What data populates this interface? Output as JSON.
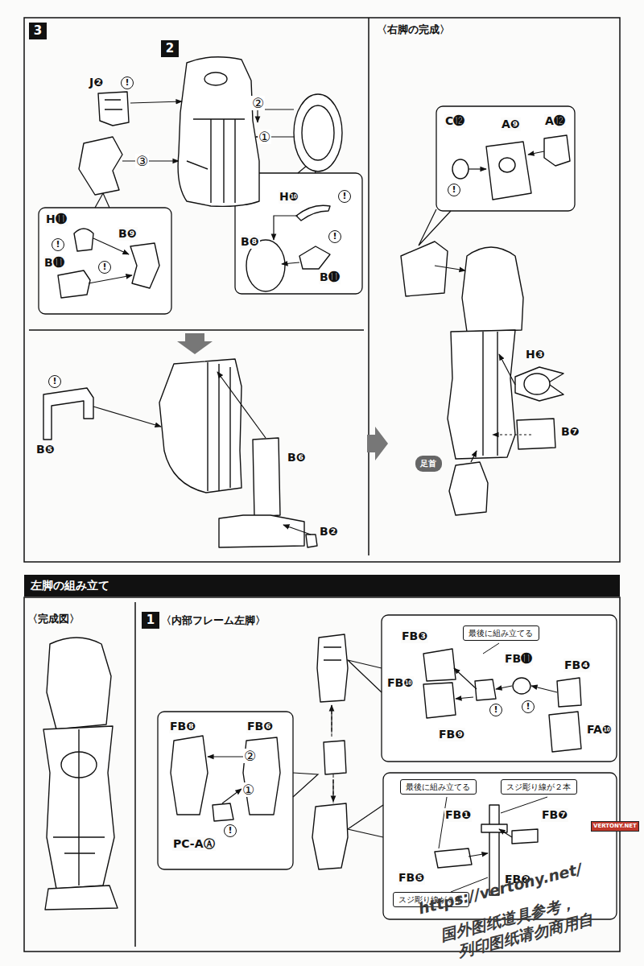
{
  "diagram": {
    "nodes": [
      {
        "text": [
          "3"
        ]
      },
      {
        "text": [
          "2"
        ]
      },
      {
        "text": [
          "左脚の組み立て"
        ]
      },
      {
        "text": [
          "1"
        ]
      },
      {
        "text": [
          "足首"
        ]
      },
      {
        "text": [
          "最後に組み立てる"
        ]
      },
      {
        "text": [
          "最後に組み立てる"
        ]
      },
      {
        "text": [
          "スジ彫り線が２本"
        ]
      },
      {
        "text": [
          "スジ彫り線が３本"
        ]
      }
    ],
    "labels": [
      "〈右脚の完成〉",
      "J❷",
      "!",
      "①",
      "②",
      "③",
      "H⓫",
      "!",
      "B❾",
      "B⓫",
      "!",
      "H❿",
      "!",
      "B❽",
      "!",
      "B⓫",
      "B❺",
      "!",
      "B❻",
      "B❷",
      "C⓬",
      "!",
      "A❾",
      "A⓬",
      "H❸",
      "B❼",
      "〈完成図〉",
      "〈内部フレーム左脚〉",
      "FB❽",
      "FB❻",
      "②",
      "①",
      "!",
      "PC-AⒶ",
      "FB❸",
      "FB⓫",
      "FB❹",
      "FB❿",
      "!",
      "!",
      "FB❾",
      "FA❿",
      "FB❶",
      "FB❼",
      "FB❺",
      "FB❷",
      "https://vertony.net/",
      "国外图纸道具参考，",
      "列印图纸请勿商用自",
      "VERTONY.NET"
    ]
  }
}
